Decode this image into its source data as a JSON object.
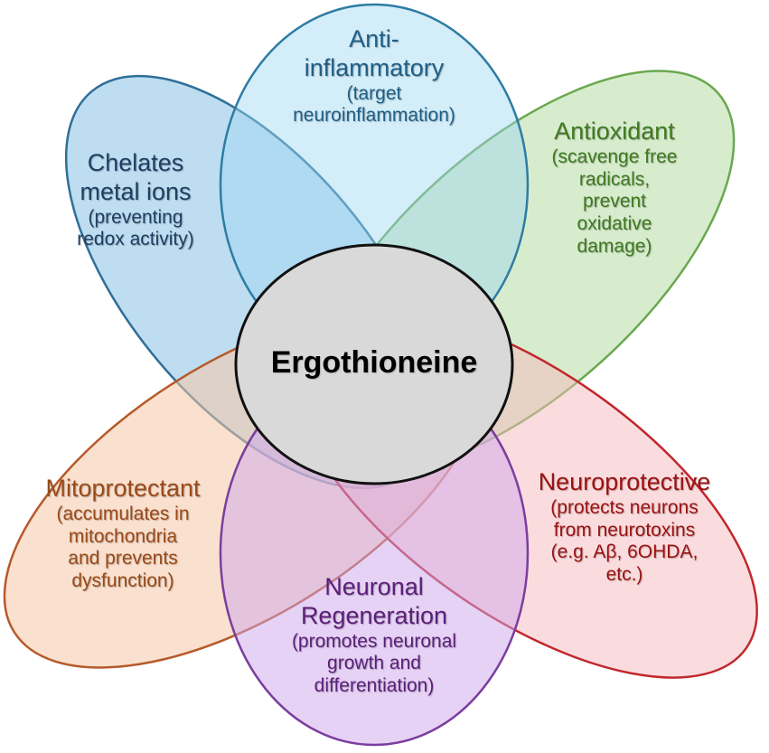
{
  "center": {
    "label": "Ergothioneine"
  },
  "petals": {
    "anti_inflammatory": {
      "title_line1": "Anti-",
      "title_line2": "inflammatory",
      "sub_line1": "(target",
      "sub_line2": "neuroinflammation)",
      "color": "#1f5f86"
    },
    "antioxidant": {
      "title": "Antioxidant",
      "sub_line1": "(scavenge free",
      "sub_line2": "radicals,",
      "sub_line3": "prevent",
      "sub_line4": "oxidative",
      "sub_line5": "damage)",
      "color": "#3e7a20"
    },
    "chelates": {
      "title_line1": "Chelates",
      "title_line2": "metal ions",
      "sub_line1": "(preventing",
      "sub_line2": "redox activity)",
      "color": "#1f3f63"
    },
    "mitoprotectant": {
      "title": "Mitoprotectant",
      "sub_line1": "(accumulates in",
      "sub_line2": "mitochondria",
      "sub_line3": "and prevents",
      "sub_line4": "dysfunction)",
      "color": "#9a4a1a"
    },
    "neuroprotective": {
      "title": "Neuroprotective",
      "sub_line1": "(protects neurons",
      "sub_line2": "from neurotoxins",
      "sub_line3": "(e.g. Aβ, 6OHDA,",
      "sub_line4": "etc.)",
      "color": "#9b1212"
    },
    "regeneration": {
      "title_line1": "Neuronal",
      "title_line2": "Regeneration",
      "sub_line1": "(promotes neuronal",
      "sub_line2": "growth and",
      "sub_line3": "differentiation)",
      "color": "#5b1f7a"
    }
  }
}
